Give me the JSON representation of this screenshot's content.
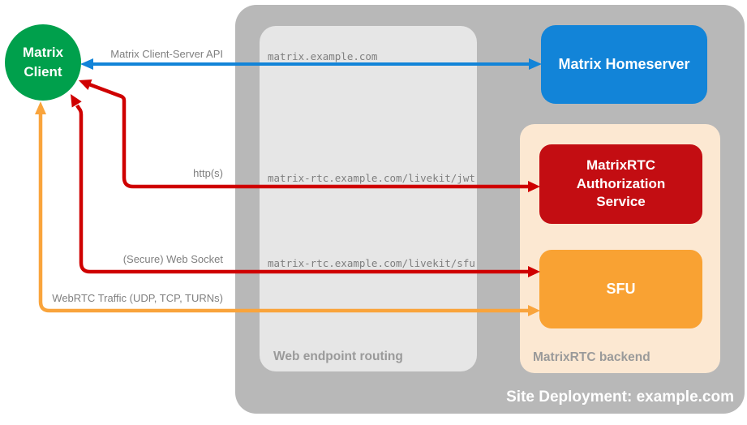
{
  "site": {
    "deployment_label": "Site Deployment: example.com"
  },
  "client": {
    "label": "Matrix Client"
  },
  "homeserver": {
    "label": "Matrix Homeserver"
  },
  "web_routing": {
    "label": "Web endpoint routing"
  },
  "rtc_backend": {
    "label": "MatrixRTC backend",
    "auth_service_label": "MatrixRTC Authorization Service",
    "sfu_label": "SFU"
  },
  "connections": [
    {
      "protocol": "Matrix Client-Server API",
      "endpoint": "matrix.example.com",
      "color": "#1284d8",
      "bidirectional": true
    },
    {
      "protocol": "http(s)",
      "endpoint": "matrix-rtc.example.com/livekit/jwt",
      "color": "#cf0000",
      "bidirectional": true
    },
    {
      "protocol": "(Secure) Web Socket",
      "endpoint": "matrix-rtc.example.com/livekit/sfu",
      "color": "#cf0000",
      "bidirectional": true
    },
    {
      "protocol": "WebRTC Traffic (UDP, TCP, TURNs)",
      "endpoint": "",
      "color": "#f9a43c",
      "bidirectional": true
    }
  ],
  "colors": {
    "matrix_green": "#00a04c",
    "homeserver_blue": "#1284d8",
    "auth_red": "#c30d12",
    "sfu_orange": "#f9a233",
    "backend_peach": "#fce8d2",
    "frame_gray": "#b8b8b8",
    "routing_gray": "#e6e6e6",
    "label_gray": "#9a9a9a",
    "text_gray": "#7f7f7f",
    "arrow_red": "#cf0000",
    "arrow_blue": "#1284d8",
    "arrow_orange": "#f9a43c"
  }
}
